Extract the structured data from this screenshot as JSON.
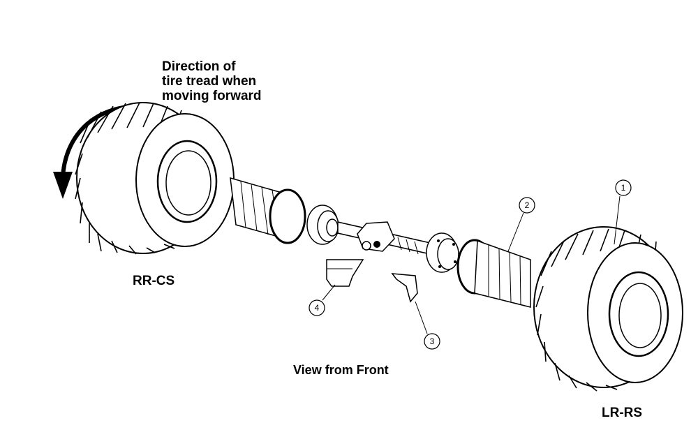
{
  "labels": {
    "direction_line1": "Direction of",
    "direction_line2": "tire tread when",
    "direction_line3": "moving forward",
    "left_tire": "RR-CS",
    "right_tire": "LR-RS",
    "view_caption": "View from Front"
  },
  "callouts": [
    "1",
    "2",
    "3",
    "4"
  ],
  "colors": {
    "ink": "#000000",
    "paper": "#ffffff",
    "mid": "#888888"
  }
}
